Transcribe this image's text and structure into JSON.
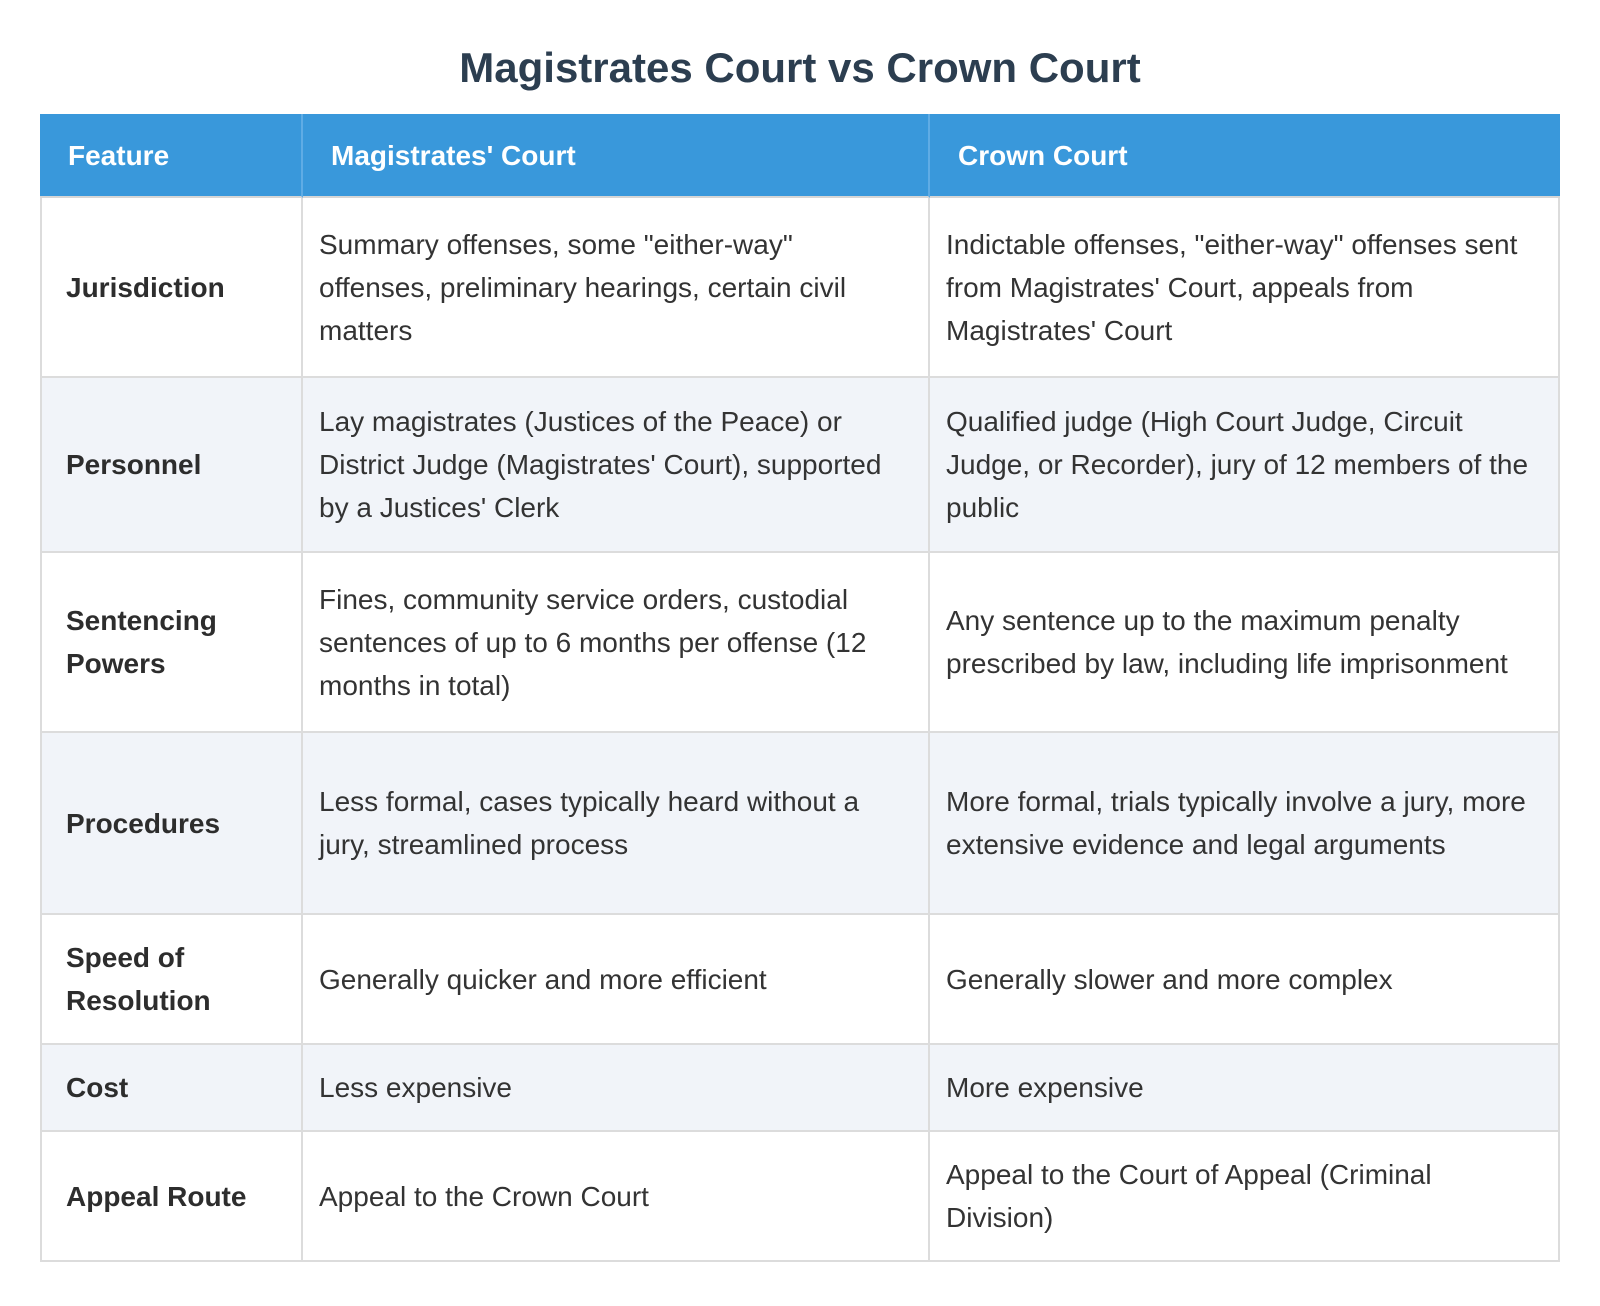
{
  "page": {
    "title": "Magistrates Court vs Crown Court"
  },
  "colors": {
    "header_bg": "#3998db",
    "header_text": "#ffffff",
    "header_divider": "#5face5",
    "title_text": "#2c3e50",
    "body_text": "#333333",
    "feature_text": "#2d2d2d",
    "row_bg": "#ffffff",
    "row_alt_bg": "#f1f4f9",
    "border": "#dcdcdc"
  },
  "table": {
    "columns": [
      "Feature",
      "Magistrates' Court",
      "Crown Court"
    ],
    "rows": [
      {
        "feature": "Jurisdiction",
        "magistrates": "Summary offenses, some \"either-way\" offenses, preliminary hearings, certain civil matters",
        "crown": "Indictable offenses, \"either-way\" offenses sent from Magistrates' Court, appeals from Magistrates' Court"
      },
      {
        "feature": "Personnel",
        "magistrates": "Lay magistrates (Justices of the Peace) or District Judge (Magistrates' Court), supported by a Justices' Clerk",
        "crown": "Qualified judge (High Court Judge, Circuit Judge, or Recorder), jury of 12 members of the public"
      },
      {
        "feature": "Sentencing Powers",
        "magistrates": "Fines, community service orders, custodial sentences of up to 6 months per offense (12 months in total)",
        "crown": "Any sentence up to the maximum penalty prescribed by law, including life imprisonment"
      },
      {
        "feature": "Procedures",
        "magistrates": "Less formal, cases typically heard without a jury, streamlined process",
        "crown": "More formal, trials typically involve a jury, more extensive evidence and legal arguments"
      },
      {
        "feature": "Speed of Resolution",
        "magistrates": "Generally quicker and more efficient",
        "crown": "Generally slower and more complex"
      },
      {
        "feature": "Cost",
        "magistrates": "Less expensive",
        "crown": "More expensive"
      },
      {
        "feature": "Appeal Route",
        "magistrates": "Appeal to the Crown Court",
        "crown": "Appeal to the Court of Appeal (Criminal Division)"
      }
    ]
  }
}
